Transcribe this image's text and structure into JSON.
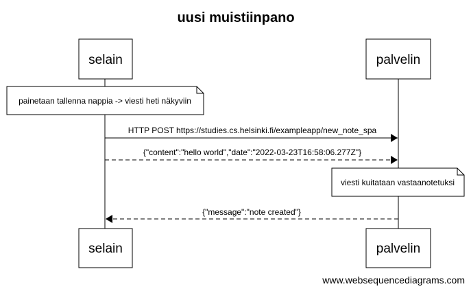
{
  "diagram": {
    "title": "uusi muistiinpano",
    "actors": {
      "left": "selain",
      "right": "palvelin"
    },
    "notes": {
      "left_note": "painetaan tallenna nappia -> viesti heti näkyviin",
      "right_note": "viesti kuitataan vastaanotetuksi"
    },
    "messages": {
      "m1": "HTTP POST https://studies.cs.helsinki.fi/exampleapp/new_note_spa",
      "m2": "{\"content\":\"hello world\",\"date\":\"2022-03-23T16:58:06.277Z\"}",
      "m3": "{\"message\":\"note created\"}"
    },
    "watermark": "www.websequencediagrams.com"
  }
}
